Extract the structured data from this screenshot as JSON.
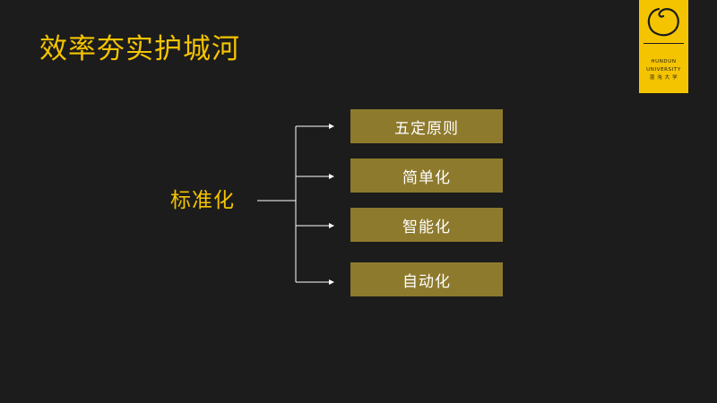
{
  "slide": {
    "title": "效率夯实护城河"
  },
  "logo": {
    "line1": "HUNDUN",
    "line2": "UNIVERSITY",
    "line3": "混 沌 大 学"
  },
  "diagram": {
    "root": "标准化",
    "children": [
      {
        "label": "五定原则"
      },
      {
        "label": "简单化"
      },
      {
        "label": "智能化"
      },
      {
        "label": "自动化"
      }
    ]
  },
  "colors": {
    "background": "#1c1c1c",
    "accent": "#f5c400",
    "box_fill": "#8e7a2d",
    "box_text": "#ffffff",
    "connector": "#ffffff"
  }
}
